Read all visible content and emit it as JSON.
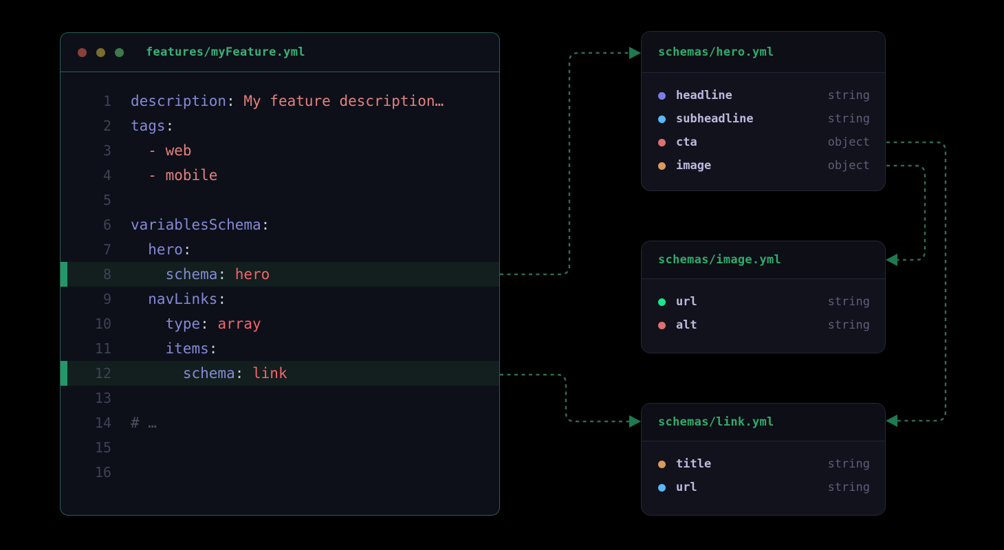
{
  "editor": {
    "title": "features/myFeature.yml",
    "window_dots": [
      "#8a4038",
      "#7b6d2e",
      "#3e7a4b"
    ],
    "lines": [
      {
        "num": "1",
        "highlight": false,
        "tokens": [
          {
            "t": "description",
            "c": "key"
          },
          {
            "t": ": ",
            "c": "punct"
          },
          {
            "t": "My feature description…",
            "c": "val"
          }
        ]
      },
      {
        "num": "2",
        "highlight": false,
        "tokens": [
          {
            "t": "tags",
            "c": "key"
          },
          {
            "t": ":",
            "c": "punct"
          }
        ]
      },
      {
        "num": "3",
        "highlight": false,
        "tokens": [
          {
            "t": "  - web",
            "c": "val"
          }
        ]
      },
      {
        "num": "4",
        "highlight": false,
        "tokens": [
          {
            "t": "  - mobile",
            "c": "val"
          }
        ]
      },
      {
        "num": "5",
        "highlight": false,
        "tokens": []
      },
      {
        "num": "6",
        "highlight": false,
        "tokens": [
          {
            "t": "variablesSchema",
            "c": "key"
          },
          {
            "t": ":",
            "c": "punct"
          }
        ]
      },
      {
        "num": "7",
        "highlight": false,
        "tokens": [
          {
            "t": "  hero",
            "c": "key"
          },
          {
            "t": ":",
            "c": "punct"
          }
        ]
      },
      {
        "num": "8",
        "highlight": true,
        "tokens": [
          {
            "t": "    schema",
            "c": "key"
          },
          {
            "t": ": ",
            "c": "punct"
          },
          {
            "t": "hero",
            "c": "ref"
          }
        ]
      },
      {
        "num": "9",
        "highlight": false,
        "tokens": [
          {
            "t": "  navLinks",
            "c": "key"
          },
          {
            "t": ":",
            "c": "punct"
          }
        ]
      },
      {
        "num": "10",
        "highlight": false,
        "tokens": [
          {
            "t": "    type",
            "c": "key"
          },
          {
            "t": ": ",
            "c": "punct"
          },
          {
            "t": "array",
            "c": "ref"
          }
        ]
      },
      {
        "num": "11",
        "highlight": false,
        "tokens": [
          {
            "t": "    items",
            "c": "key"
          },
          {
            "t": ":",
            "c": "punct"
          }
        ]
      },
      {
        "num": "12",
        "highlight": true,
        "tokens": [
          {
            "t": "      schema",
            "c": "key"
          },
          {
            "t": ": ",
            "c": "punct"
          },
          {
            "t": "link",
            "c": "ref"
          }
        ]
      },
      {
        "num": "13",
        "highlight": false,
        "tokens": []
      },
      {
        "num": "14",
        "highlight": false,
        "tokens": [
          {
            "t": "# …",
            "c": "comment"
          }
        ]
      },
      {
        "num": "15",
        "highlight": false,
        "tokens": []
      },
      {
        "num": "16",
        "highlight": false,
        "tokens": []
      }
    ]
  },
  "schemas": [
    {
      "file": "schemas/hero.yml",
      "fields": [
        {
          "name": "headline",
          "type": "string",
          "dot": "#7b7ce8"
        },
        {
          "name": "subheadline",
          "type": "string",
          "dot": "#59b8f5"
        },
        {
          "name": "cta",
          "type": "object",
          "dot": "#dd7070"
        },
        {
          "name": "image",
          "type": "object",
          "dot": "#d99a5b"
        }
      ]
    },
    {
      "file": "schemas/image.yml",
      "fields": [
        {
          "name": "url",
          "type": "string",
          "dot": "#19e68c"
        },
        {
          "name": "alt",
          "type": "string",
          "dot": "#dd7070"
        }
      ]
    },
    {
      "file": "schemas/link.yml",
      "fields": [
        {
          "name": "title",
          "type": "string",
          "dot": "#d99a5b"
        },
        {
          "name": "url",
          "type": "string",
          "dot": "#59b8f5"
        }
      ]
    }
  ],
  "connections": [
    {
      "from": "features/myFeature.yml line 8 (schema: hero)",
      "to": "schemas/hero.yml"
    },
    {
      "from": "features/myFeature.yml line 12 (schema: link)",
      "to": "schemas/link.yml"
    },
    {
      "from": "schemas/hero.yml field cta",
      "to": "schemas/link.yml"
    },
    {
      "from": "schemas/hero.yml field image",
      "to": "schemas/image.yml"
    }
  ],
  "colors": {
    "page_bg": "#000000",
    "editor_bg": "#0d1019",
    "editor_border": "#2a5f53",
    "title_green": "#3bb076",
    "card_header_green": "#2fab6b",
    "token_key": "#8689d6",
    "token_value": "#e5807f",
    "token_ref": "#f6636d",
    "token_comment": "#4d5060",
    "highlight_row_bg": "#121f1e",
    "highlight_bar": "#24976a",
    "connector": "#2e6b55",
    "arrowhead": "#1f7a50",
    "type_text": "#5c5f78",
    "field_name": "#bcbade"
  }
}
